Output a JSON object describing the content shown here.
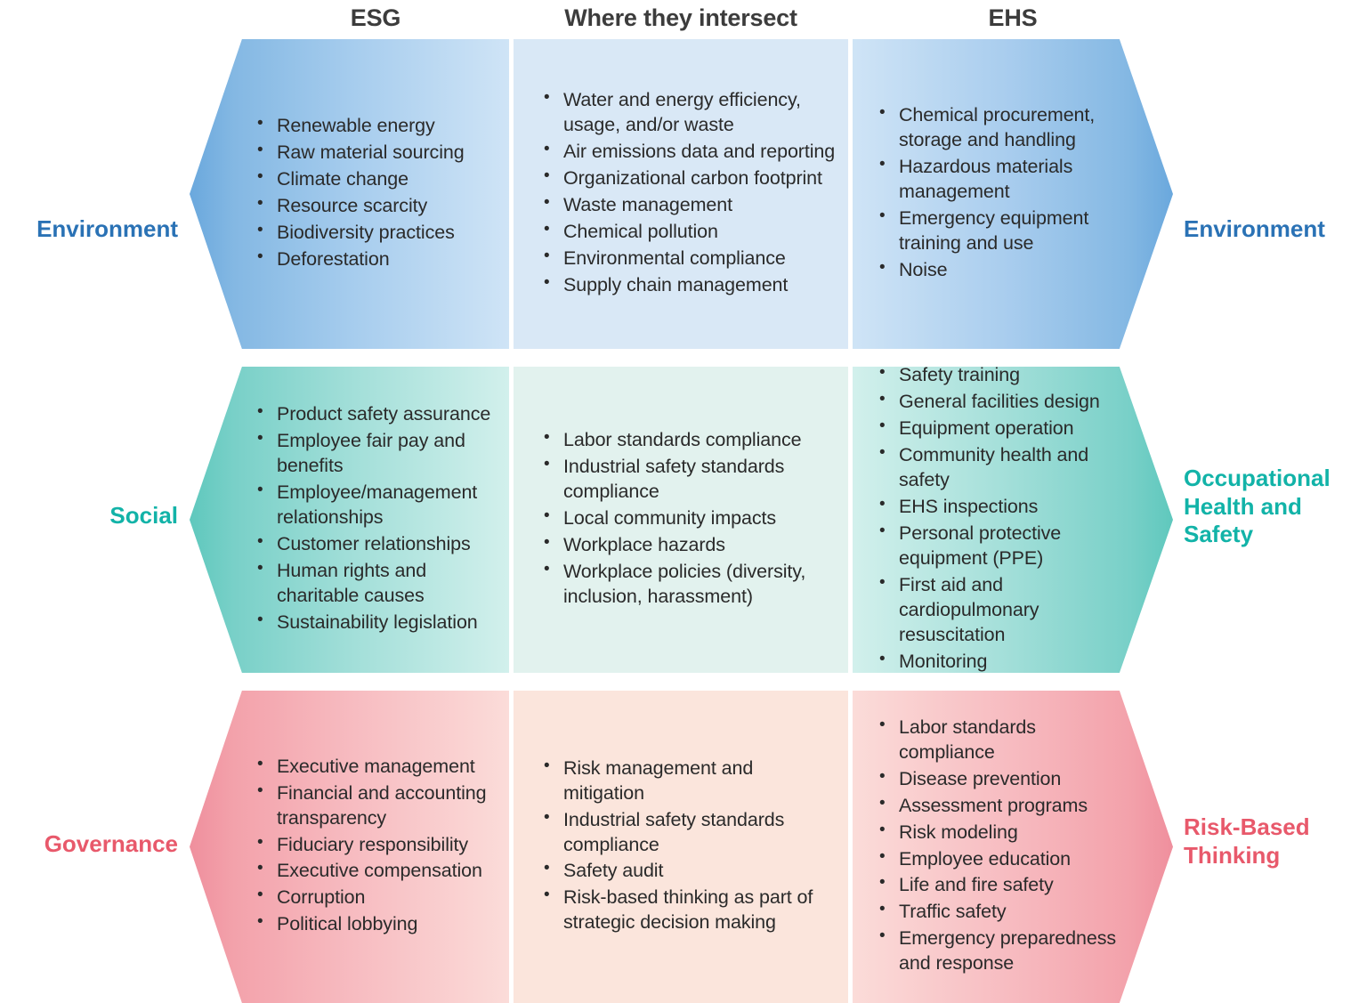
{
  "headers": {
    "col1": "ESG",
    "col2": "Where they intersect",
    "col3": "EHS"
  },
  "colors": {
    "blue_label": "#2a72b5",
    "teal_label": "#12b3a8",
    "pink_label": "#e8596b",
    "blue_dark": "#6aa8dd",
    "blue_light": "#cfe4f6",
    "blue_middle_panel": "#d9e8f6",
    "teal_dark": "#5fc8bd",
    "teal_light": "#d2f0ec",
    "teal_middle_panel": "#e2f2ee",
    "pink_dark": "#ef8f9d",
    "pink_light": "#fbdcd9",
    "pink_middle_panel": "#fbe5dc",
    "text": "#2a2a2a",
    "header_text": "#3c3c3c"
  },
  "rows": [
    {
      "left_label": "Environment",
      "right_label": "Environment",
      "esg": [
        "Renewable energy",
        "Raw material sourcing",
        "Climate change",
        "Resource scarcity",
        "Biodiversity practices",
        "Deforestation"
      ],
      "intersect": [
        "Water and energy efficiency, usage, and/or waste",
        "Air emissions data and reporting",
        "Organizational carbon footprint",
        "Waste management",
        "Chemical pollution",
        "Environmental compliance",
        "Supply chain management"
      ],
      "ehs": [
        "Chemical procurement, storage and handling",
        "Hazardous materials management",
        "Emergency equipment training and use",
        "Noise"
      ]
    },
    {
      "left_label": "Social",
      "right_label": "Occupational Health and Safety",
      "esg": [
        "Product safety assurance",
        "Employee fair pay and benefits",
        "Employee/management relationships",
        "Customer relationships",
        "Human rights and charitable causes",
        "Sustainability legislation"
      ],
      "intersect": [
        "Labor standards compliance",
        "Industrial safety standards compliance",
        "Local community impacts",
        "Workplace hazards",
        "Workplace policies (diversity, inclusion, harassment)"
      ],
      "ehs": [
        "Safety training",
        "General facilities design",
        "Equipment operation",
        "Community health and safety",
        "EHS inspections",
        "Personal protective equipment (PPE)",
        "First aid and cardiopulmonary resuscitation",
        "Monitoring"
      ]
    },
    {
      "left_label": "Governance",
      "right_label": "Risk-Based Thinking",
      "esg": [
        "Executive management",
        "Financial and accounting transparency",
        "Fiduciary responsibility",
        "Executive compensation",
        "Corruption",
        "Political lobbying"
      ],
      "intersect": [
        "Risk management and mitigation",
        "Industrial safety standards compliance",
        "Safety audit",
        "Risk-based thinking as part of strategic decision making"
      ],
      "ehs": [
        "Labor standards compliance",
        "Disease prevention",
        "Assessment programs",
        "Risk modeling",
        "Employee education",
        "Life and fire safety",
        "Traffic safety",
        "Emergency preparedness and response"
      ]
    }
  ]
}
